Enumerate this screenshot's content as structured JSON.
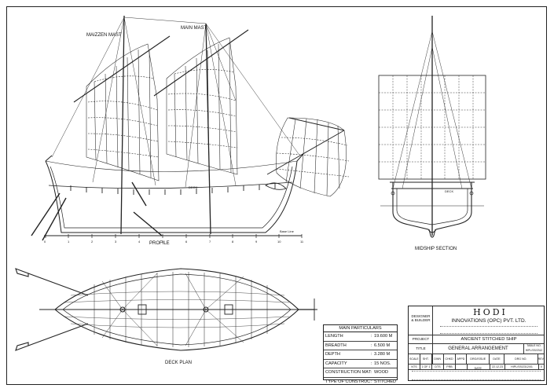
{
  "drawing": {
    "profile_labels": {
      "mizzen_mast": "MAIZZEN MAST",
      "main_mast": "MAIN MAST",
      "deck": "DECK",
      "profile": "PROFILE",
      "base_line": "Base Line",
      "station_numbers": [
        "0",
        "1",
        "2",
        "3",
        "4",
        "5",
        "6",
        "7",
        "8",
        "9",
        "10",
        "11"
      ]
    },
    "section_labels": {
      "title": "MIDSHIP SECTION",
      "deck": "DECK"
    },
    "deck_plan_label": "DECK PLAN"
  },
  "particulars": {
    "title": "MAIN PARTICULARS",
    "rows": [
      {
        "key": "LENGTH",
        "value": "19.600 M"
      },
      {
        "key": "BREADTH",
        "value": "6.500 M"
      },
      {
        "key": "DEPTH",
        "value": "3.280 M"
      },
      {
        "key": "CAPACITY",
        "value": "15 NOS."
      },
      {
        "key": "CONSTRUCTION MATERIAL",
        "value": "WOOD"
      },
      {
        "key": "TYPE OF CONSTRUCTION",
        "value": "STITCHED"
      }
    ]
  },
  "title_block": {
    "designer_label": "DESIGNER & BUILDER",
    "logo_text": "HODI",
    "company": "INNOVATIONS (OPC) PVT. LTD.",
    "project_label": "PROJECT",
    "project": "ANCIENT STITCHED SHIP",
    "title_label": "TITLE",
    "title": "GENERAL ARRANGEMENT",
    "table_no_label": "TABLE NO.",
    "table_no": "HIPL/SS/2312",
    "headers": [
      "SCALE",
      "SHT.",
      "DWN",
      "CHKD",
      "APPD",
      "DRG/ISSUE DATE",
      "DATE",
      "DRG NO.",
      "REV"
    ],
    "values": [
      "NTS",
      "1 OF 1",
      "DTS",
      "PRB",
      "",
      "22.12.23",
      "HIPL/SS/2312/01",
      "0"
    ]
  },
  "colors": {
    "line": "#222222",
    "background": "#ffffff"
  }
}
